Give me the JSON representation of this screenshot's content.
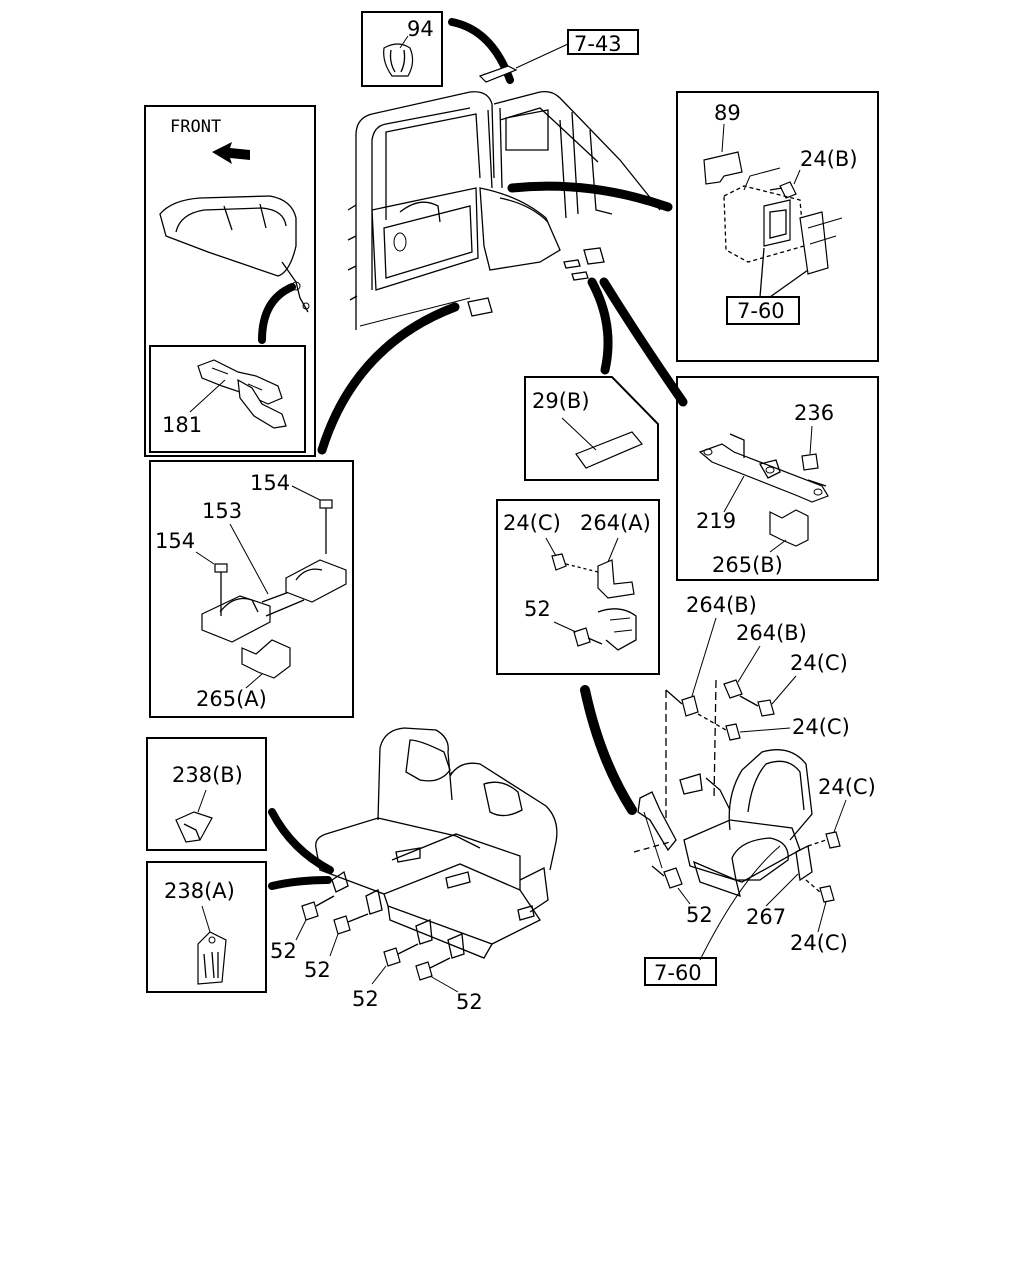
{
  "labels": {
    "front": "FRONT",
    "p94": "94",
    "ref743": "7-43",
    "p89": "89",
    "p24b": "24(B)",
    "ref760_top": "7-60",
    "p181": "181",
    "p154_a": "154",
    "p153": "153",
    "p154_b": "154",
    "p265a": "265(A)",
    "p29b": "29(B)",
    "p236": "236",
    "p219": "219",
    "p265b": "265(B)",
    "p24c_box": "24(C)",
    "p264a": "264(A)",
    "p52_box": "52",
    "p264b_1": "264(B)",
    "p264b_2": "264(B)",
    "p24c_1": "24(C)",
    "p24c_2": "24(C)",
    "p24c_3": "24(C)",
    "p24c_4": "24(C)",
    "p52_r": "52",
    "p267": "267",
    "ref760_bottom": "7-60",
    "p238b": "238(B)",
    "p238a": "238(A)",
    "p52_s1": "52",
    "p52_s2": "52",
    "p52_s3": "52",
    "p52_s4": "52"
  },
  "colors": {
    "line": "#000000",
    "background": "#ffffff"
  }
}
